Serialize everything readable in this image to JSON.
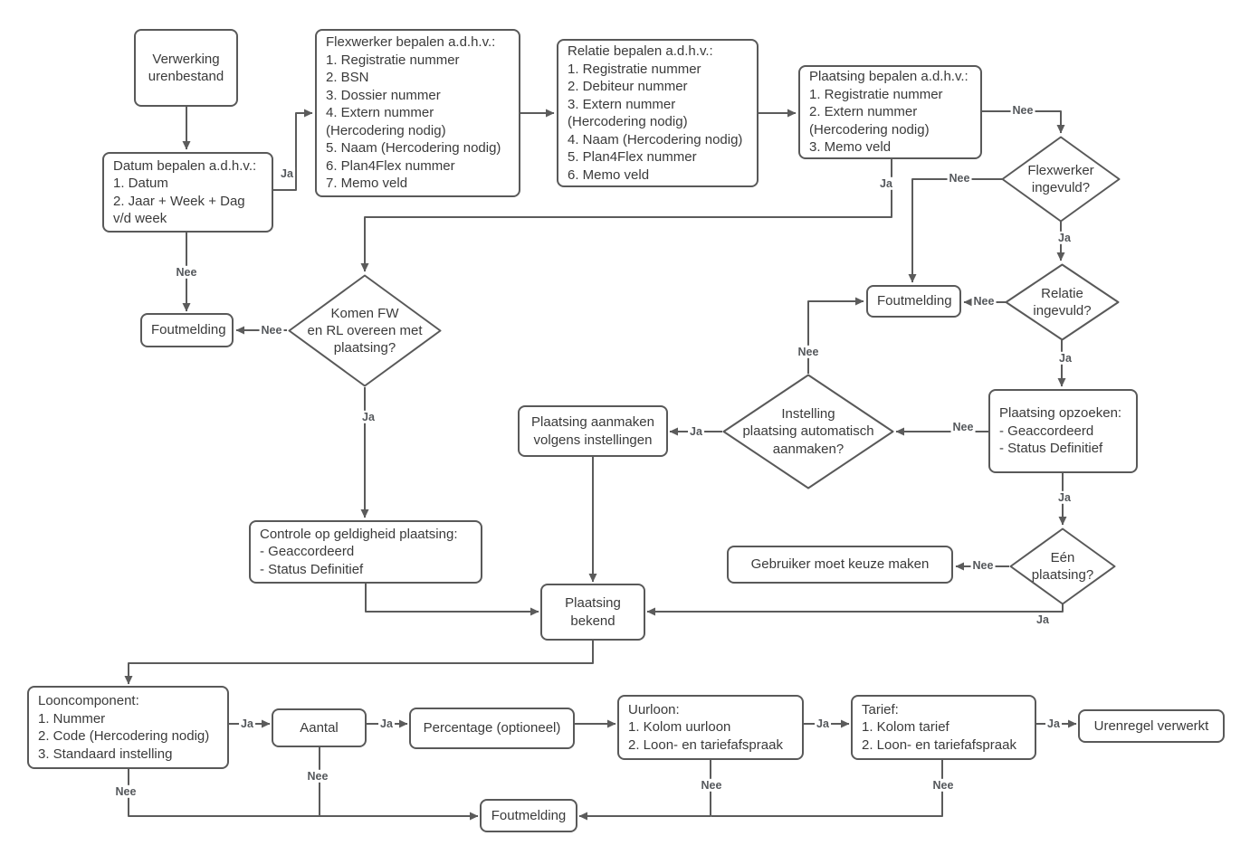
{
  "colors": {
    "line": "#5b5b5b",
    "border": "#595959",
    "text": "#3a3a3a",
    "label": "#55585c",
    "background": "#ffffff"
  },
  "diagram": {
    "nodes": {
      "verwerking": {
        "type": "process",
        "label": "Verwerking\nurenbestand"
      },
      "datum": {
        "type": "process",
        "label": "Datum bepalen a.d.h.v.:\n1. Datum\n2. Jaar + Week + Dag\nv/d week"
      },
      "flexwerker": {
        "type": "process",
        "label": "Flexwerker bepalen a.d.h.v.:\n1. Registratie nummer\n2. BSN\n3. Dossier nummer\n4. Extern nummer\n(Hercodering nodig)\n5. Naam (Hercodering nodig)\n6. Plan4Flex nummer\n7. Memo veld"
      },
      "relatie": {
        "type": "process",
        "label": "Relatie bepalen a.d.h.v.:\n1. Registratie nummer\n2. Debiteur nummer\n3. Extern nummer\n(Hercodering nodig)\n4. Naam (Hercodering nodig)\n5. Plan4Flex nummer\n6. Memo veld"
      },
      "plaatsing_bepalen": {
        "type": "process",
        "label": "Plaatsing bepalen a.d.h.v.:\n1. Registratie nummer\n2. Extern nummer\n(Hercodering nodig)\n3. Memo veld"
      },
      "fout_left": {
        "type": "process",
        "label": "Foutmelding"
      },
      "fout_right": {
        "type": "process",
        "label": "Foutmelding"
      },
      "fout_bottom": {
        "type": "process",
        "label": "Foutmelding"
      },
      "komen_fw": {
        "type": "decision",
        "label": "Komen FW\nen RL overeen met\nplaatsing?"
      },
      "flexwerker_ingevuld": {
        "type": "decision",
        "label": "Flexwerker\ningevuld?"
      },
      "relatie_ingevuld": {
        "type": "decision",
        "label": "Relatie\ningevuld?"
      },
      "instelling": {
        "type": "decision",
        "label": "Instelling\nplaatsing automatisch\naanmaken?"
      },
      "een_plaatsing": {
        "type": "decision",
        "label": "Eén\nplaatsing?"
      },
      "plaatsing_opzoeken": {
        "type": "process",
        "label": "Plaatsing opzoeken:\n- Geaccordeerd\n- Status Definitief"
      },
      "plaatsing_aanmaken": {
        "type": "process",
        "label": "Plaatsing aanmaken\nvolgens instellingen"
      },
      "controle": {
        "type": "process",
        "label": "Controle op geldigheid plaatsing:\n- Geaccordeerd\n- Status Definitief"
      },
      "gebruiker": {
        "type": "process",
        "label": "Gebruiker moet keuze maken"
      },
      "plaatsing_bekend": {
        "type": "process",
        "label": "Plaatsing\nbekend"
      },
      "looncomponent": {
        "type": "process",
        "label": "Looncomponent:\n1. Nummer\n2. Code (Hercodering nodig)\n3. Standaard instelling"
      },
      "aantal": {
        "type": "process",
        "label": "Aantal"
      },
      "percentage": {
        "type": "process",
        "label": "Percentage (optioneel)"
      },
      "uurloon": {
        "type": "process",
        "label": "Uurloon:\n1. Kolom uurloon\n2. Loon- en tariefafspraak"
      },
      "tarief": {
        "type": "process",
        "label": "Tarief:\n1. Kolom tarief\n2. Loon- en tariefafspraak"
      },
      "urenregel": {
        "type": "process",
        "label": "Urenregel verwerkt"
      }
    },
    "edges": [
      {
        "from": "verwerking",
        "to": "datum"
      },
      {
        "from": "datum",
        "to": "flexwerker",
        "label": "Ja"
      },
      {
        "from": "datum",
        "to": "fout_left",
        "label": "Nee"
      },
      {
        "from": "flexwerker",
        "to": "relatie"
      },
      {
        "from": "relatie",
        "to": "plaatsing_bepalen"
      },
      {
        "from": "plaatsing_bepalen",
        "to": "flexwerker_ingevuld",
        "label": "Nee"
      },
      {
        "from": "plaatsing_bepalen",
        "to": "komen_fw",
        "label": "Ja"
      },
      {
        "from": "flexwerker_ingevuld",
        "to": "fout_right",
        "label": "Nee"
      },
      {
        "from": "flexwerker_ingevuld",
        "to": "relatie_ingevuld",
        "label": "Ja"
      },
      {
        "from": "relatie_ingevuld",
        "to": "fout_right",
        "label": "Nee"
      },
      {
        "from": "relatie_ingevuld",
        "to": "plaatsing_opzoeken",
        "label": "Ja"
      },
      {
        "from": "plaatsing_opzoeken",
        "to": "instelling",
        "label": "Nee"
      },
      {
        "from": "instelling",
        "to": "fout_right",
        "label": "Nee"
      },
      {
        "from": "instelling",
        "to": "plaatsing_aanmaken",
        "label": "Ja"
      },
      {
        "from": "plaatsing_opzoeken",
        "to": "een_plaatsing",
        "label": "Ja"
      },
      {
        "from": "een_plaatsing",
        "to": "gebruiker",
        "label": "Nee"
      },
      {
        "from": "een_plaatsing",
        "to": "plaatsing_bekend",
        "label": "Ja"
      },
      {
        "from": "komen_fw",
        "to": "fout_left",
        "label": "Nee"
      },
      {
        "from": "komen_fw",
        "to": "controle",
        "label": "Ja"
      },
      {
        "from": "controle",
        "to": "plaatsing_bekend"
      },
      {
        "from": "plaatsing_aanmaken",
        "to": "plaatsing_bekend"
      },
      {
        "from": "plaatsing_bekend",
        "to": "looncomponent"
      },
      {
        "from": "looncomponent",
        "to": "aantal",
        "label": "Ja"
      },
      {
        "from": "aantal",
        "to": "percentage",
        "label": "Ja"
      },
      {
        "from": "percentage",
        "to": "uurloon"
      },
      {
        "from": "uurloon",
        "to": "tarief",
        "label": "Ja"
      },
      {
        "from": "tarief",
        "to": "urenregel",
        "label": "Ja"
      },
      {
        "from": "looncomponent",
        "to": "fout_bottom",
        "label": "Nee"
      },
      {
        "from": "aantal",
        "to": "fout_bottom",
        "label": "Nee"
      },
      {
        "from": "uurloon",
        "to": "fout_bottom",
        "label": "Nee"
      },
      {
        "from": "tarief",
        "to": "fout_bottom",
        "label": "Nee"
      }
    ]
  }
}
